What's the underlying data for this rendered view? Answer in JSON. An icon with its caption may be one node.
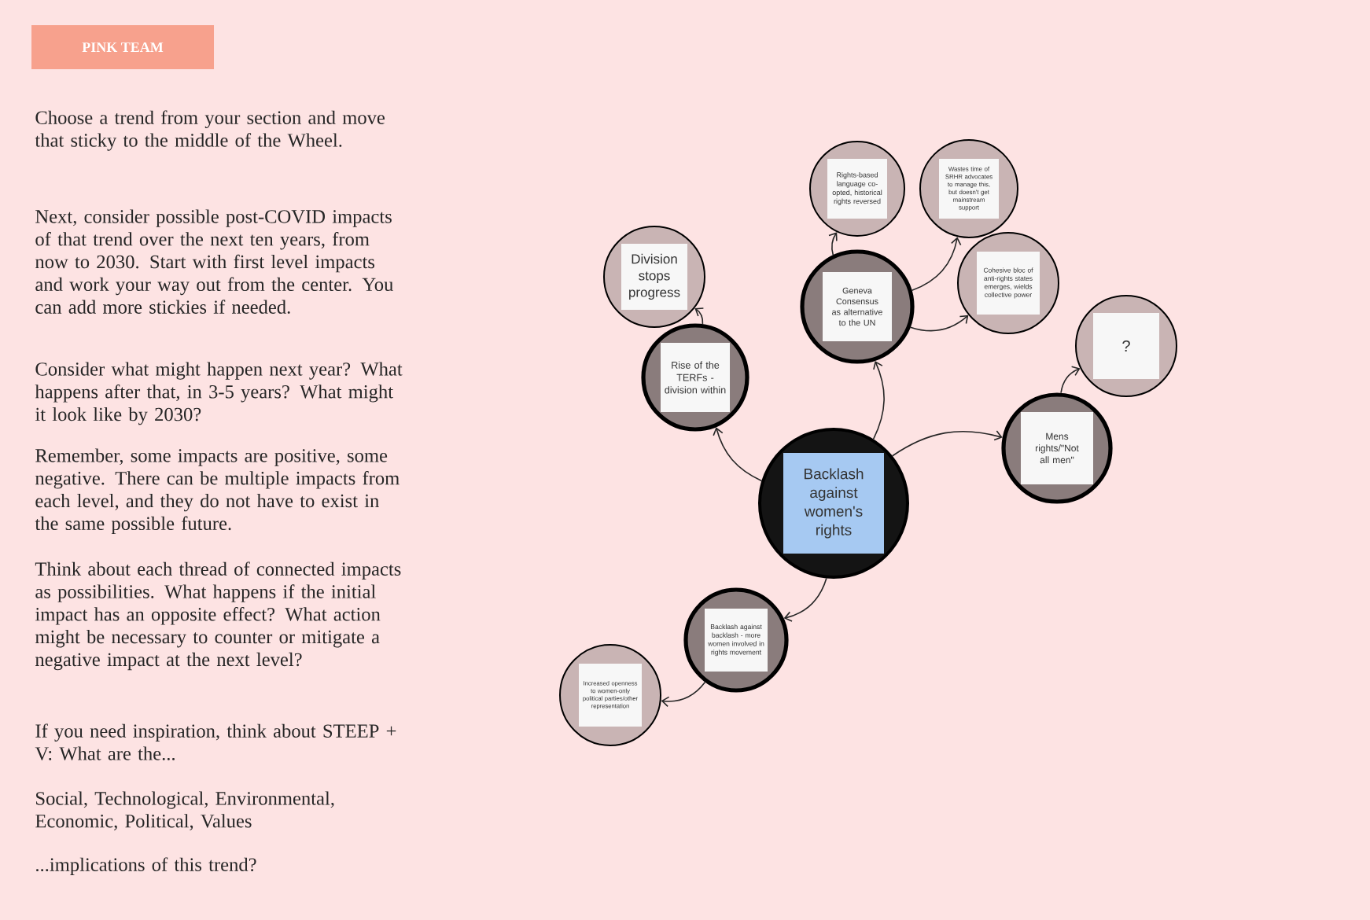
{
  "diagram": {
    "title": "PINK TEAM",
    "nodes": [
      {
        "text": [
          "Backlash against women's rights"
        ]
      },
      {
        "text": [
          "Rise of the TERFs - division within"
        ]
      },
      {
        "text": [
          "Division stops progress"
        ]
      },
      {
        "text": [
          "Geneva Consensus as alternative to the UN"
        ]
      },
      {
        "text": [
          "Rights-based language co-opted, historical rights reversed"
        ]
      },
      {
        "text": [
          "Wastes time of SRHR advocates to manage this, but doesn't get mainstream support"
        ]
      },
      {
        "text": [
          "Cohesive bloc of anti-rights states emerges, wields collective power"
        ]
      },
      {
        "text": [
          "Mens rights/\"Not all men\""
        ]
      },
      {
        "text": [
          "?"
        ]
      },
      {
        "text": [
          "Backlash against backlash - more women involved in rights movement"
        ]
      },
      {
        "text": [
          "Increased openness to women-only political parties/other representation"
        ]
      }
    ],
    "edges": [
      {
        "from": 0,
        "to": 1,
        "arrow": "to"
      },
      {
        "from": 1,
        "to": 2,
        "arrow": "to"
      },
      {
        "from": 0,
        "to": 3,
        "arrow": "to"
      },
      {
        "from": 3,
        "to": 4,
        "arrow": "to"
      },
      {
        "from": 3,
        "to": 5,
        "arrow": "to"
      },
      {
        "from": 3,
        "to": 6,
        "arrow": "to"
      },
      {
        "from": 0,
        "to": 7,
        "arrow": "to"
      },
      {
        "from": 7,
        "to": 8,
        "arrow": "to"
      },
      {
        "from": 0,
        "to": 9,
        "arrow": "to"
      },
      {
        "from": 9,
        "to": 10,
        "arrow": "to"
      }
    ],
    "labels": [
      "Choose a trend from your section and move that sticky to the middle of the Wheel.",
      "Next, consider possible post-COVID impacts of that trend over the next ten years, from now to 2030. Start with first level impacts and work your way out from the center. You can add more stickies if needed.",
      "Consider what might happen next year? What happens after that, in 3-5 years? What might it look like by 2030?",
      "Remember, some impacts are positive, some negative. There can be multiple impacts from each level, and they do not have to exist in the same possible future.",
      "Think about each thread of connected impacts as possibilities. What happens if the initial impact has an opposite effect? What action might be necessary to counter or mitigate a negative impact at the next level?",
      "If you need inspiration, think about STEEP + V: What are the...",
      "Social, Technological, Environmental, Economic, Political, Values",
      "...implications of this trend?"
    ]
  }
}
